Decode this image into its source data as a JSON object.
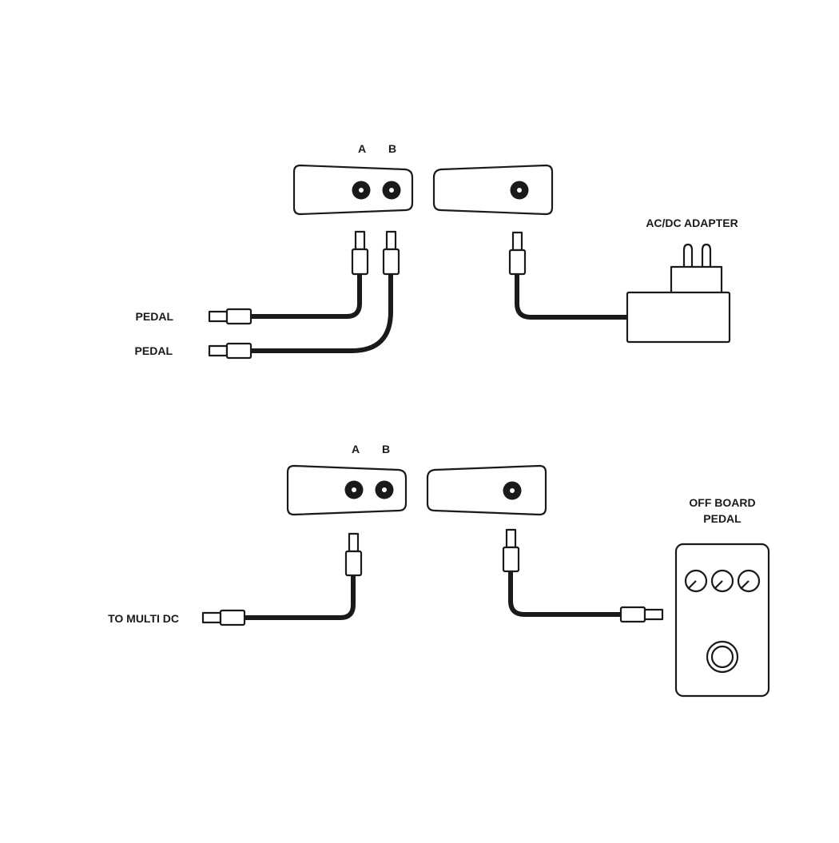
{
  "colors": {
    "ink": "#1a1a1a",
    "background": "#ffffff"
  },
  "diagram_1": {
    "title": "Power supply connection",
    "left_unit": {
      "jack_labels": [
        "A",
        "B"
      ]
    },
    "labels": {
      "pedal_a": "PEDAL",
      "pedal_b": "PEDAL",
      "adapter": "AC/DC ADAPTER"
    }
  },
  "diagram_2": {
    "title": "Multi DC / off board pedal connection",
    "left_unit": {
      "jack_labels": [
        "A",
        "B"
      ]
    },
    "labels": {
      "to_multi_dc": "TO MULTI DC",
      "off_board_line1": "OFF BOARD",
      "off_board_line2": "PEDAL"
    },
    "off_board_pedal": {
      "knob_count": 3,
      "footswitch_count": 1
    }
  }
}
